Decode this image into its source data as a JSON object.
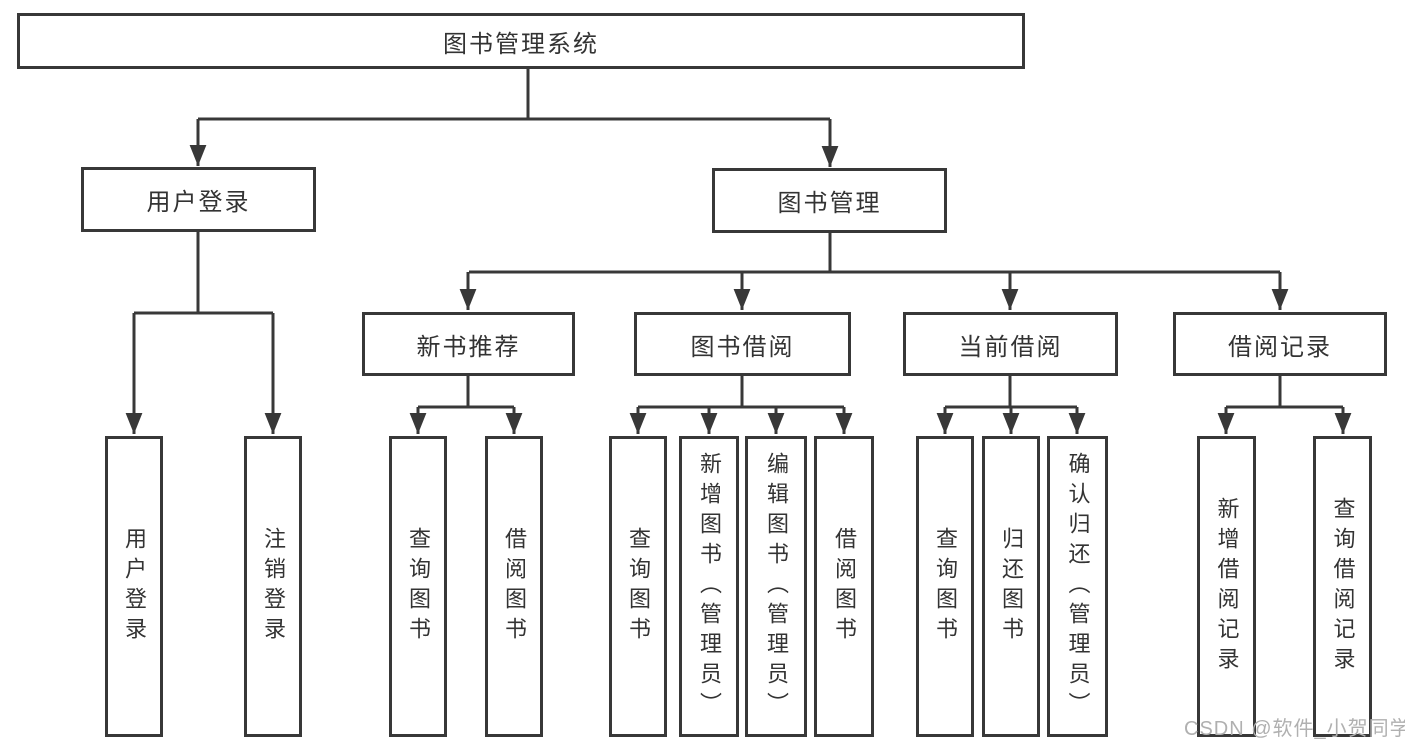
{
  "tree": {
    "root": "图书管理系统",
    "branches": [
      {
        "label": "用户登录",
        "children": [
          "用户登录",
          "注销登录"
        ]
      },
      {
        "label": "图书管理",
        "children": [
          {
            "label": "新书推荐",
            "children": [
              "查询图书",
              "借阅图书"
            ]
          },
          {
            "label": "图书借阅",
            "children": [
              "查询图书",
              "新增图书（管理员）",
              "编辑图书（管理员）",
              "借阅图书"
            ]
          },
          {
            "label": "当前借阅",
            "children": [
              "查询图书",
              "归还图书",
              "确认归还（管理员）"
            ]
          },
          {
            "label": "借阅记录",
            "children": [
              "新增借阅记录",
              "查询借阅记录"
            ]
          }
        ]
      }
    ]
  },
  "watermark": "CSDN @软件_小贺同学",
  "colors": {
    "line": "#383838",
    "text": "#333333",
    "watermark": "#b0b0b0",
    "background": "#ffffff"
  }
}
